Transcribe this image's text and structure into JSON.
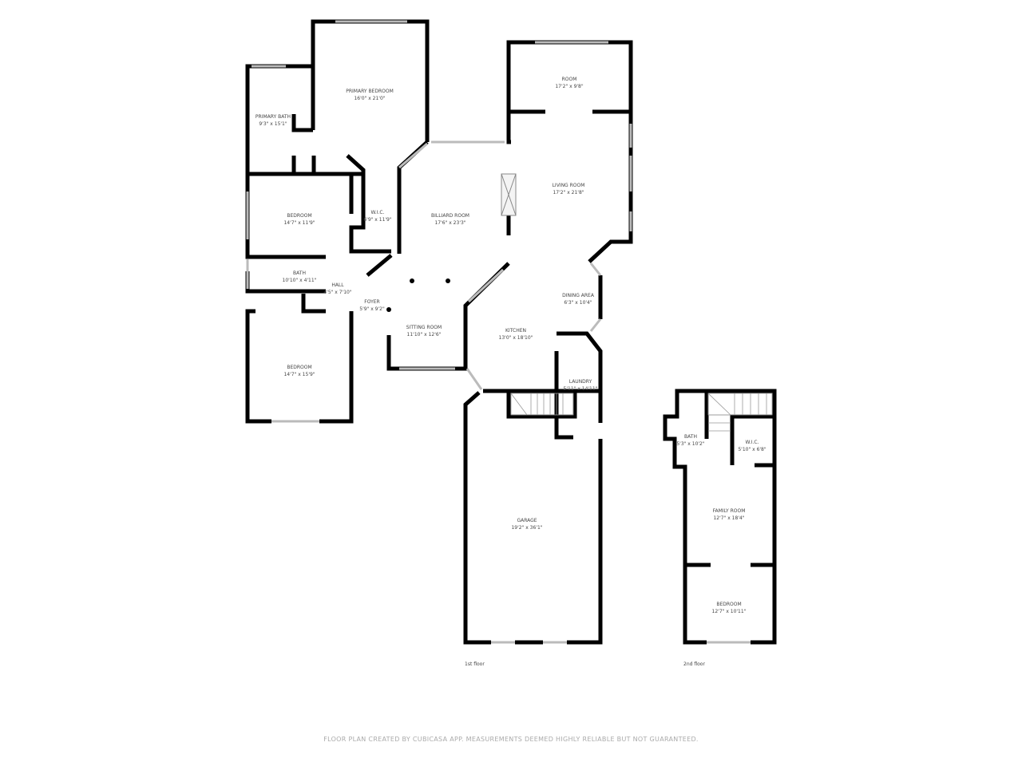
{
  "rooms": [
    {
      "name": "PRIMARY BEDROOM",
      "size": "16'0\" x 21'0\""
    },
    {
      "name": "PRIMARY BATH",
      "size": "9'3\" x 15'1\""
    },
    {
      "name": "ROOM",
      "size": "17'2\" x 9'8\""
    },
    {
      "name": "LIVING ROOM",
      "size": "17'2\" x 21'8\""
    },
    {
      "name": "BEDROOM",
      "size": "14'7\" x 11'9\""
    },
    {
      "name": "W.I.C.",
      "size": "6'9\" x 11'9\""
    },
    {
      "name": "BILLIARD ROOM",
      "size": "17'6\" x 23'3\""
    },
    {
      "name": "BATH",
      "size": "10'10\" x 4'11\""
    },
    {
      "name": "HALL",
      "size": "4'5\" x 7'10\""
    },
    {
      "name": "FOYER",
      "size": "5'9\" x 9'2\""
    },
    {
      "name": "DINING AREA",
      "size": "6'3\" x 10'4\""
    },
    {
      "name": "SITTING ROOM",
      "size": "11'10\" x 12'6\""
    },
    {
      "name": "KITCHEN",
      "size": "13'0\" x 18'10\""
    },
    {
      "name": "BEDROOM",
      "size": "14'7\" x 15'9\""
    },
    {
      "name": "LAUNDRY",
      "size": "5'11\" x 14'11\""
    },
    {
      "name": "GARAGE",
      "size": "19'2\" x 36'1\""
    },
    {
      "name": "BATH",
      "size": "5'3\" x 10'2\""
    },
    {
      "name": "W.I.C.",
      "size": "5'10\" x 6'8\""
    },
    {
      "name": "FAMILY ROOM",
      "size": "12'7\" x 18'4\""
    },
    {
      "name": "BEDROOM",
      "size": "12'7\" x 10'11\""
    }
  ],
  "floors": [
    "1st floor",
    "2nd floor"
  ],
  "footer": "FLOOR PLAN CREATED BY CUBICASA APP. MEASUREMENTS DEEMED HIGHLY RELIABLE BUT NOT GUARANTEED.",
  "colors": {
    "wall": "#000000",
    "window": "#cccccc",
    "text": "#444444"
  }
}
